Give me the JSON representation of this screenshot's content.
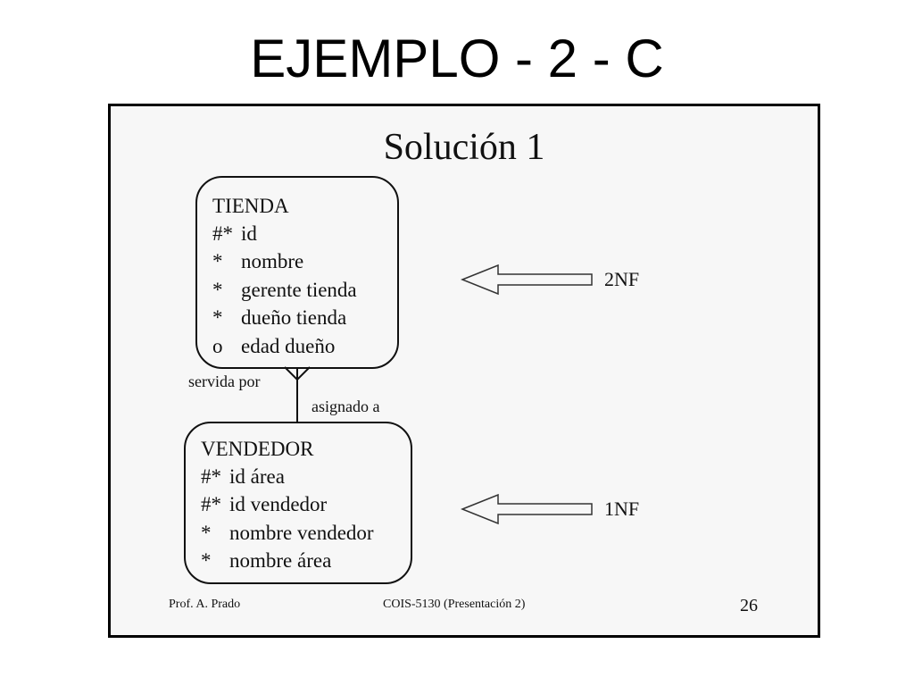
{
  "slide": {
    "title": "EJEMPLO - 2 - C"
  },
  "diagram": {
    "title": "Solución 1",
    "entities": [
      {
        "name": "TIENDA",
        "attributes": [
          {
            "marker": "#*",
            "name": "id"
          },
          {
            "marker": "*",
            "name": "nombre"
          },
          {
            "marker": "*",
            "name": "gerente tienda"
          },
          {
            "marker": "*",
            "name": "dueño tienda"
          },
          {
            "marker": "o",
            "name": "edad dueño"
          }
        ]
      },
      {
        "name": "VENDEDOR",
        "attributes": [
          {
            "marker": "#*",
            "name": "id área"
          },
          {
            "marker": "#*",
            "name": "id vendedor"
          },
          {
            "marker": "*",
            "name": "nombre vendedor"
          },
          {
            "marker": "*",
            "name": "nombre área"
          }
        ]
      }
    ],
    "relationship": {
      "tienda_side_label": "servida por",
      "vendedor_side_label": "asignado a"
    },
    "annotations": {
      "tienda_form": "2NF",
      "vendedor_form": "1NF"
    },
    "footer": {
      "author": "Prof. A. Prado",
      "course": "COIS-5130 (Presentación 2)",
      "page": "26"
    }
  }
}
